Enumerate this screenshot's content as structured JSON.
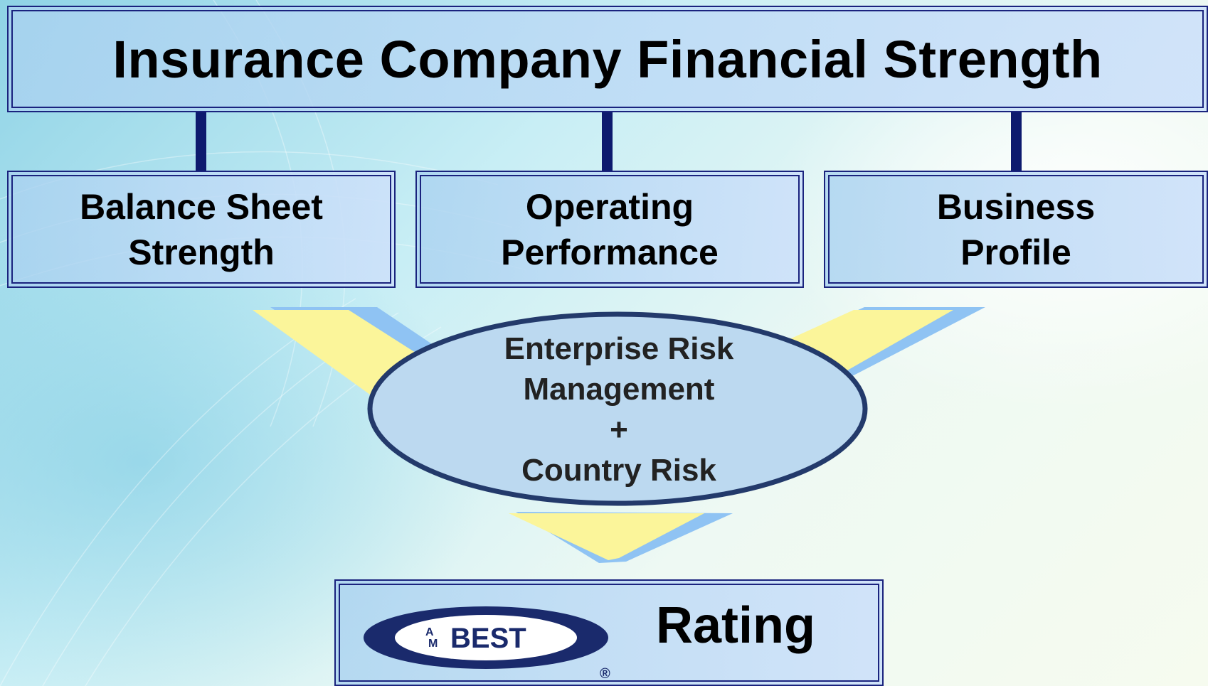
{
  "title": "Insurance Company Financial Strength",
  "components": [
    {
      "label": "Balance Sheet\nStrength"
    },
    {
      "label": "Operating\nPerformance"
    },
    {
      "label": "Business\nProfile"
    }
  ],
  "oval": {
    "text": "Enterprise Risk\nManagement\n+\nCountry Risk"
  },
  "rating": {
    "label": "Rating",
    "logo": {
      "brand": "BEST",
      "letter_top": "A",
      "letter_bottom": "M",
      "registered": "®"
    }
  },
  "colors": {
    "border": "#1a237e",
    "connector": "#0d1a6e",
    "arrow_fill": "#fbf59a",
    "arrow_shadow": "#8fc3f3",
    "oval_fill": "#bcd9f0",
    "logo_navy": "#1a2a6c"
  }
}
